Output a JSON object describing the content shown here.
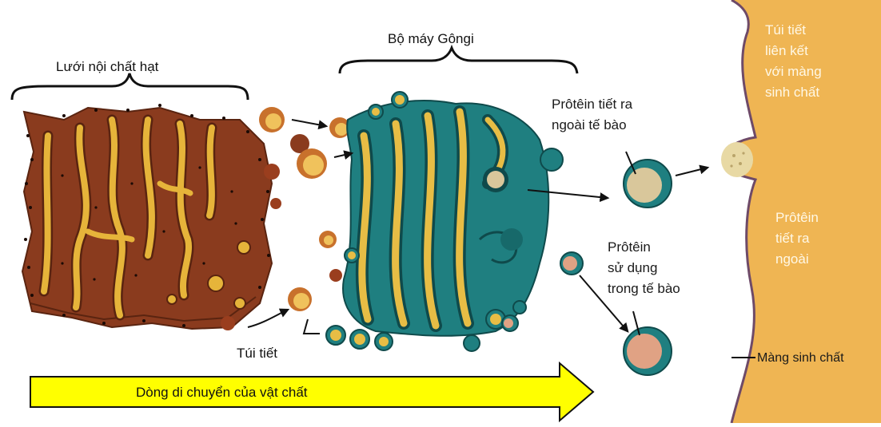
{
  "labels": {
    "er": "Lưới nội chất hạt",
    "golgi": "Bộ máy Gôngi",
    "vesicle": "Túi tiết",
    "protein_out": [
      "Prôtêin tiết ra",
      "ngoài tế bào"
    ],
    "protein_in": [
      "Prôtêin",
      "sử dụng",
      "trong tế bào"
    ],
    "fused_vesicle": [
      "Túi tiết",
      "liên kết",
      "với màng",
      "sinh chất"
    ],
    "secreted_protein": [
      "Prôtêin",
      "tiết ra",
      "ngoài"
    ],
    "membrane": "Màng sinh chất",
    "flow": "Dòng di chuyển của vật chất"
  },
  "colors": {
    "er_fill": "#8a3b1e",
    "er_cisterna": "#e6b43a",
    "golgi_fill": "#1f7f80",
    "golgi_cisterna": "#e7bd45",
    "cell_exterior": "#efb553",
    "membrane": "#6e4a68",
    "arrow_fill": "#ffff00",
    "vesicle_orange": "#f0c25c"
  }
}
